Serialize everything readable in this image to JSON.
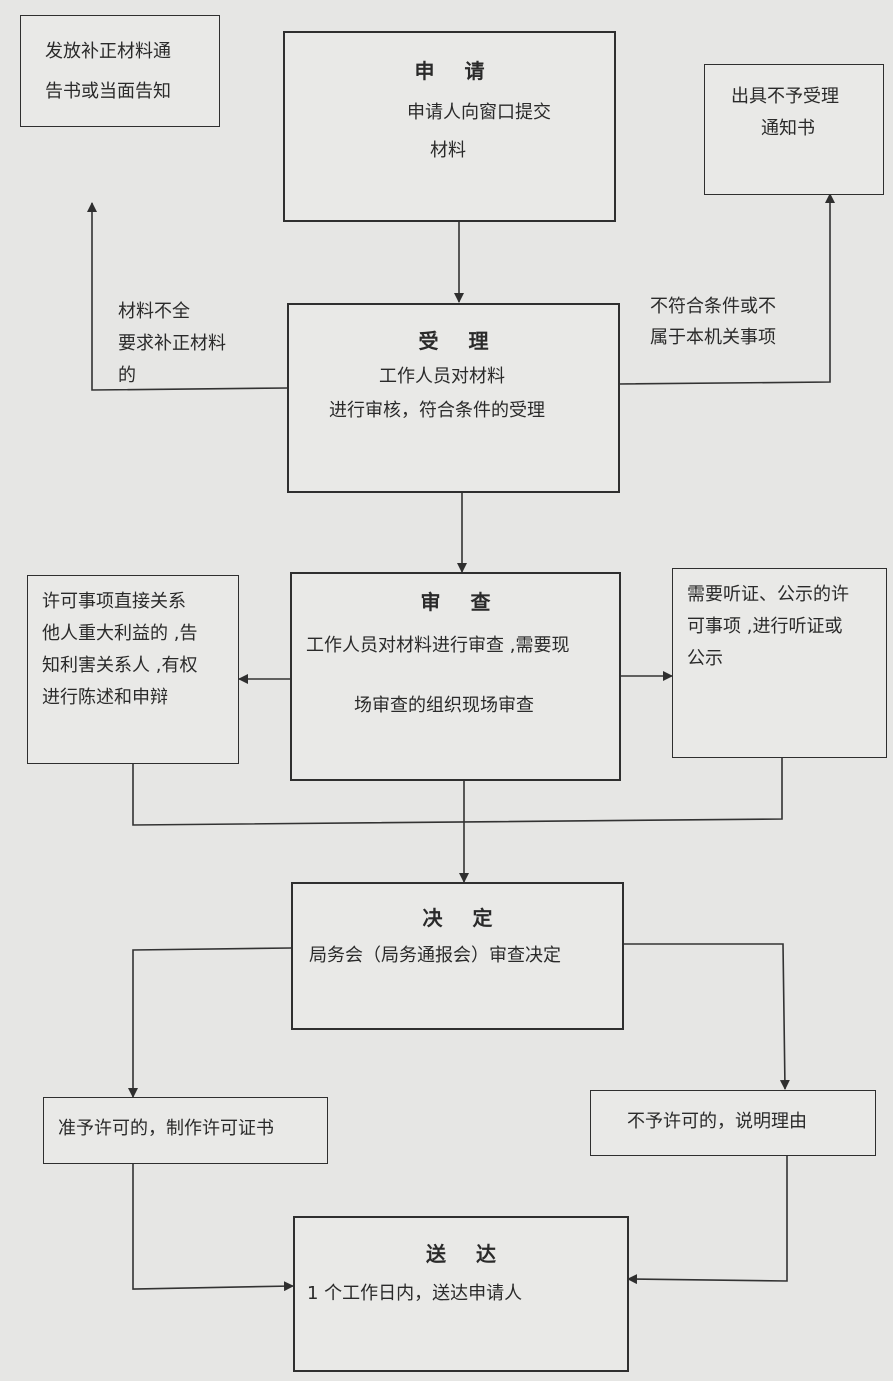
{
  "nodes": {
    "supplement_notice": {
      "lines": [
        "发放补正材料通",
        "告书或当面告知"
      ]
    },
    "apply": {
      "title": "申请",
      "lines": [
        "申请人向窗口提交",
        "材料"
      ]
    },
    "reject_notice": {
      "lines": [
        "出具不予受理",
        "通知书"
      ]
    },
    "accept": {
      "title": "受理",
      "lines": [
        "工作人员对材料",
        "进行审核，符合条件的受理"
      ]
    },
    "review": {
      "title": "审查",
      "lines": [
        "工作人员对材料进行审查 ,需要现",
        "场审查的组织现场审查"
      ]
    },
    "stakeholder": {
      "lines": [
        "许可事项直接关系",
        "他人重大利益的 ,告",
        "知利害关系人 ,有权",
        "进行陈述和申辩"
      ]
    },
    "hearing": {
      "lines": [
        "需要听证、公示的许",
        "可事项 ,进行听证或",
        "公示"
      ]
    },
    "decision": {
      "title": "决定",
      "lines": [
        "局务会（局务通报会）审查决定"
      ]
    },
    "approve": {
      "lines": [
        "准予许可的，制作许可证书"
      ]
    },
    "deny": {
      "lines": [
        "不予许可的，说明理由"
      ]
    },
    "deliver": {
      "title": "送达",
      "lines": [
        "1 个工作日内，送达申请人"
      ]
    }
  },
  "edge_labels": {
    "incomplete": [
      "材料不全",
      "要求补正材料",
      "的"
    ],
    "not_eligible": [
      "不符合条件或不",
      "属于本机关事项"
    ]
  }
}
